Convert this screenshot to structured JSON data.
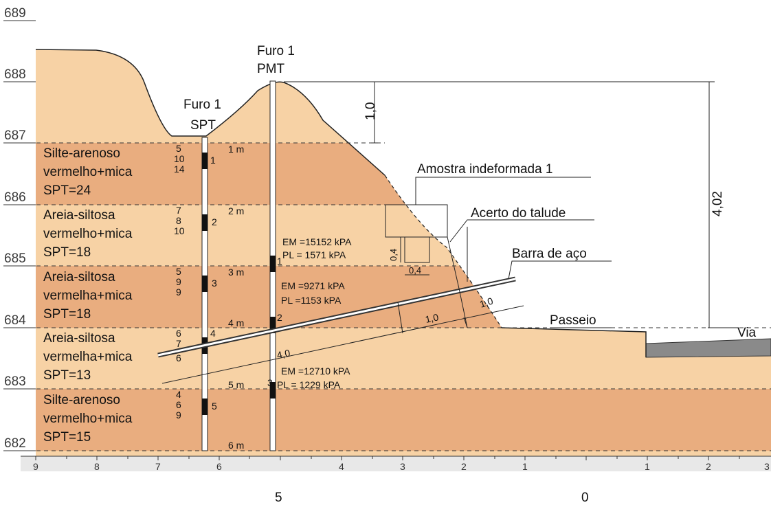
{
  "elevations": [
    "689",
    "688",
    "687",
    "686",
    "685",
    "684",
    "683",
    "682"
  ],
  "borehole_spt": {
    "label_line1": "Furo 1",
    "label_line2": "SPT"
  },
  "borehole_pmt": {
    "label_line1": "Furo 1",
    "label_line2": "PMT"
  },
  "layers": [
    {
      "line1": "Silte-arenoso",
      "line2": "vermelho+mica",
      "line3": "SPT=24",
      "color": "#e9ad7f"
    },
    {
      "line1": "Areia-siltosa",
      "line2": "vermelho+mica",
      "line3": "SPT=18",
      "color": "#f7d2a5"
    },
    {
      "line1": "Areia-siltosa",
      "line2": "vermelha+mica",
      "line3": "SPT=18",
      "color": "#e9ad7f"
    },
    {
      "line1": "Areia-siltosa",
      "line2": "vermelha+mica",
      "line3": "SPT=13",
      "color": "#f7d2a5"
    },
    {
      "line1": "Silte-arenoso",
      "line2": "vermelho+mica",
      "line3": "SPT=15",
      "color": "#e9ad7f"
    }
  ],
  "spt_values": [
    "5",
    "10",
    "14",
    "7",
    "8",
    "10",
    "5",
    "9",
    "9",
    "6",
    "7",
    "6",
    "4",
    "6",
    "9"
  ],
  "spt_sample_numbers": [
    "1",
    "2",
    "3",
    "4",
    "5"
  ],
  "depth_marks": [
    "1 m",
    "2 m",
    "3 m",
    "4 m",
    "5 m",
    "6 m"
  ],
  "pmt_tests": [
    {
      "id": "1",
      "em": "EM =15152 kPA",
      "pl": "PL =  1571 kPA"
    },
    {
      "id": "2",
      "em": "EM =9271 kPA",
      "pl": "PL =1153 kPA"
    },
    {
      "id": "3",
      "em": "EM =12710 kPA",
      "pl": "PL =  1229 kPA"
    }
  ],
  "annotations": {
    "amostra": "Amostra indeformada 1",
    "acerto": "Acerto do talude",
    "barra": "Barra de aço",
    "passeio": "Passeio",
    "via": "Via"
  },
  "dimensions": [
    "1,0",
    "4,02",
    "0,4",
    "0,4",
    "1,0",
    "1,0",
    "4,0"
  ],
  "x_ticks": [
    "9",
    "8",
    "7",
    "6",
    "5",
    "4",
    "3",
    "2",
    "1",
    "0",
    "1",
    "2",
    "3"
  ],
  "colors": {
    "soil_light": "#f7d2a5",
    "soil_dark": "#e9ad7f",
    "road": "#8a8a8a"
  }
}
